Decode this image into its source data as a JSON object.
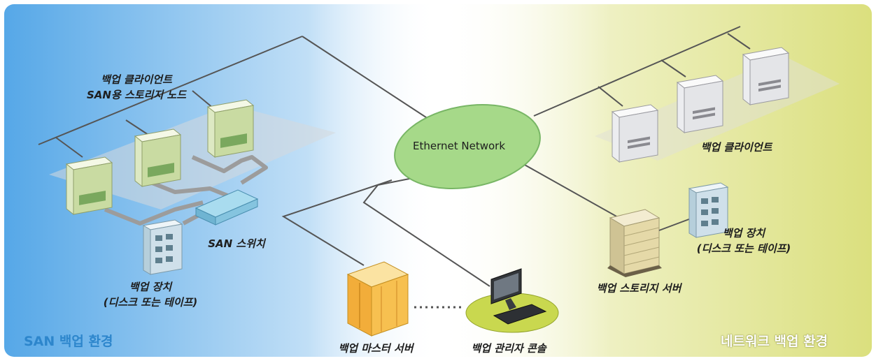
{
  "colors": {
    "left_panel": "#4da3e6",
    "right_panel": "#d9de77",
    "network_ellipse": "#a6d989",
    "san_label": "#2d86cc",
    "network_env_label": "#ffffff",
    "tower_green": "#dde9c3",
    "tower_white": "#ecedf0",
    "master_server": "#f7c050",
    "storage_server": "#e5d9a8",
    "backup_device": "#cfe0ea"
  },
  "network": {
    "label": "Ethernet Network"
  },
  "san_env": {
    "label": "SAN 백업 환경",
    "clients_label_1": "백업 클라이언트",
    "clients_label_2": "SAN용 스토리지 노드",
    "switch_label": "SAN 스위치",
    "device_label_1": "백업 장치",
    "device_label_2": "(디스크 또는 테이프)"
  },
  "net_env": {
    "label": "네트워크 백업 환경",
    "clients_label": "백업 클라이언트",
    "device_label_1": "백업 장치",
    "device_label_2": "(디스크 또는 테이프)",
    "storage_server_label": "백업 스토리지 서버"
  },
  "master_server_label": "백업 마스터 서버",
  "console_label": "백업 관리자 콘솔"
}
